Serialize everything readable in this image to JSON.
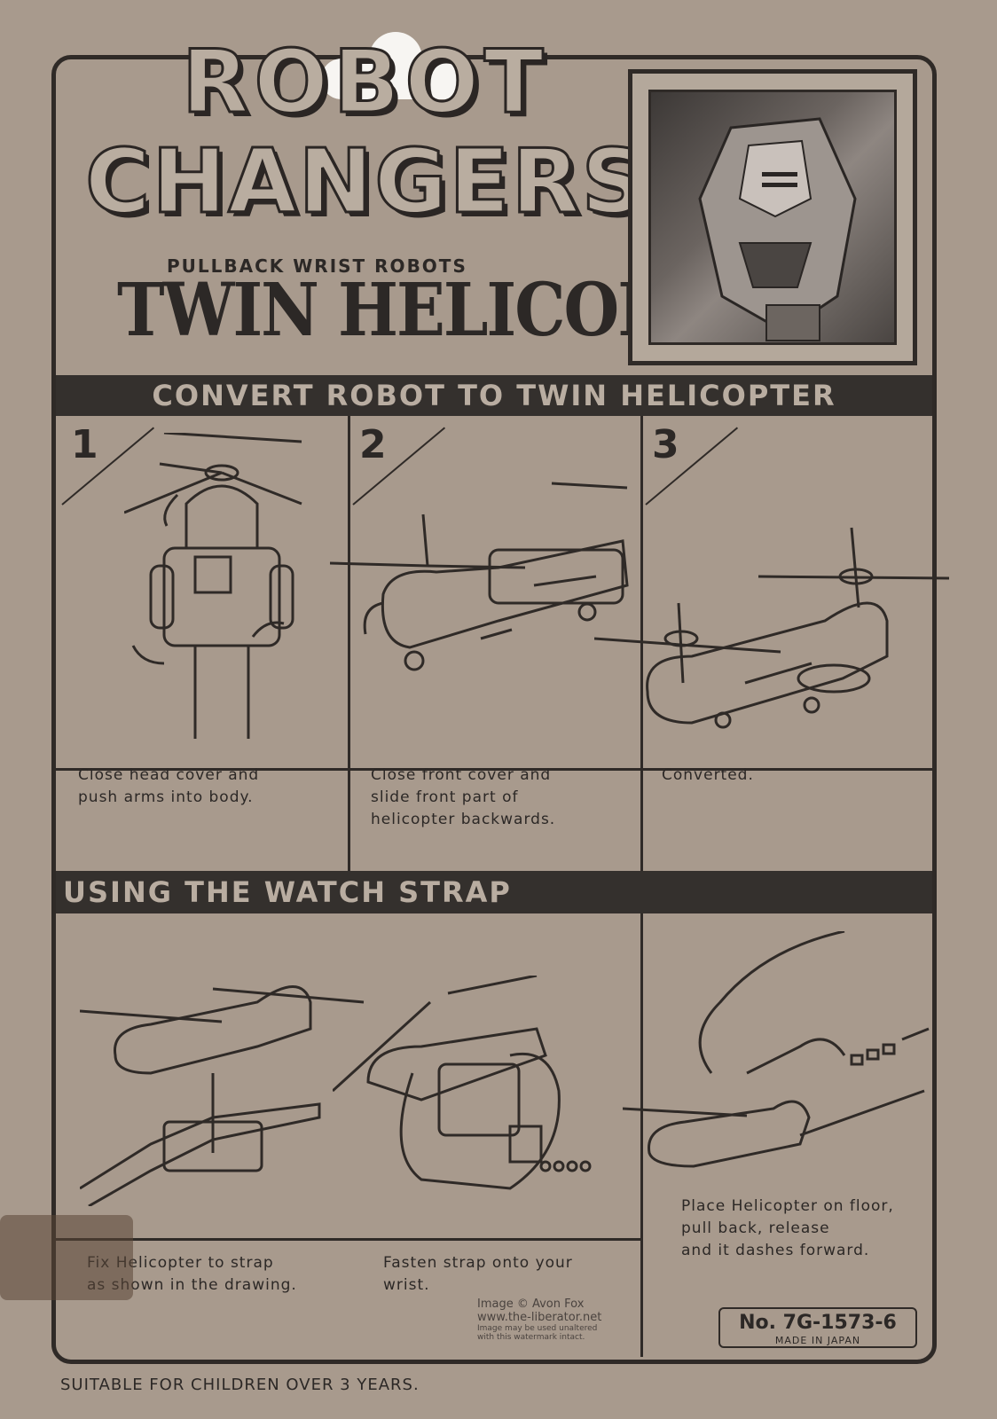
{
  "logo": {
    "line1": "ROBOT",
    "line2": "CHANGERS"
  },
  "subtitle": "PULLBACK WRIST ROBOTS",
  "product_name": "TWIN HELICOPTER",
  "section_convert": {
    "heading": "CONVERT ROBOT TO TWIN HELICOPTER",
    "steps": [
      {
        "number": "1",
        "caption": "Close head cover and\npush arms into body."
      },
      {
        "number": "2",
        "caption": "Close front cover and\nslide front part of\nhelicopter backwards."
      },
      {
        "number": "3",
        "caption": "Converted."
      }
    ]
  },
  "section_strap": {
    "heading": "USING THE WATCH STRAP",
    "captions": [
      "Fix Helicopter to strap\nas shown in the drawing.",
      "Fasten strap onto your\nwrist.",
      "Place Helicopter on floor,\npull back, release\nand it dashes forward."
    ]
  },
  "watermark": {
    "line1": "Image © Avon Fox",
    "line2": "www.the-liberator.net",
    "line3": "Image may be used unaltered",
    "line4": "with this watermark intact."
  },
  "part_number": "No. 7G-1573-6",
  "made_in": "MADE IN JAPAN",
  "age_warning": "SUITABLE FOR CHILDREN OVER 3 YEARS.",
  "colors": {
    "card": "#a89a8d",
    "ink": "#2f2a27",
    "band_text": "#b9ada1"
  }
}
